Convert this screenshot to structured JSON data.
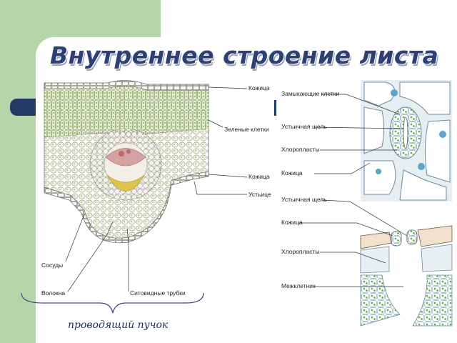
{
  "slide": {
    "title": "Внутреннее строение листа",
    "caption": "проводящий пучок"
  },
  "left_diagram": {
    "labels": {
      "epidermis_top": "Кожица",
      "green_cells": "Зеленые клетки",
      "epidermis_bottom": "Кожица",
      "stoma": "Устьице",
      "vessels": "Сосуды",
      "fibers": "Волокна",
      "sieve_tubes": "Ситовидные трубки"
    }
  },
  "right_diagram": {
    "labels": {
      "guard_cells": "Замыкающие клетки",
      "stomatal_slit_top": "Устьичная щель",
      "chloroplasts_top": "Хлоропласты",
      "epidermis_top": "Кожица",
      "stomatal_slit_bottom": "Устьичная щель",
      "epidermis_bottom": "Кожица",
      "chloroplasts_bottom": "Хлоропласты",
      "intercellular": "Межклетник"
    }
  },
  "colors": {
    "green_bg": "#b5d6a9",
    "title": "#2e3f72",
    "accent_blue": "#243a66"
  }
}
